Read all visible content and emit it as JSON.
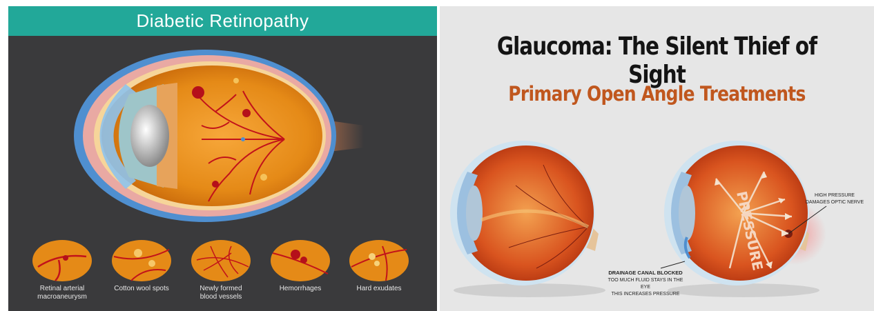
{
  "left": {
    "title": "Diabetic Retinopathy",
    "thumbnails": [
      {
        "label_line1": "Retinal arterial",
        "label_line2": "macroaneurysm"
      },
      {
        "label_line1": "Cotton wool spots",
        "label_line2": ""
      },
      {
        "label_line1": "Newly formed",
        "label_line2": "blood vessels"
      },
      {
        "label_line1": "Hemorrhages",
        "label_line2": ""
      },
      {
        "label_line1": "Hard exudates",
        "label_line2": ""
      }
    ],
    "colors": {
      "header": "#22a899",
      "background": "#3a3a3c",
      "eye": "#e98f1a"
    }
  },
  "right": {
    "title": "Glaucoma: The Silent Thief of Sight",
    "subtitle": "Primary Open Angle Treatments",
    "pressure_label": "PRESSURE",
    "note_nerve_line1": "HIGH PRESSURE",
    "note_nerve_line2": "DAMAGES OPTIC NERVE",
    "note_drain_title": "DRAINAGE CANAL BLOCKED",
    "note_drain_line1": "TOO MUCH FLUID STAYS IN THE EYE",
    "note_drain_line2": "THIS INCREASES PRESSURE",
    "colors": {
      "title": "#141414",
      "subtitle": "#c0571e",
      "background": "#e6e6e6"
    }
  }
}
